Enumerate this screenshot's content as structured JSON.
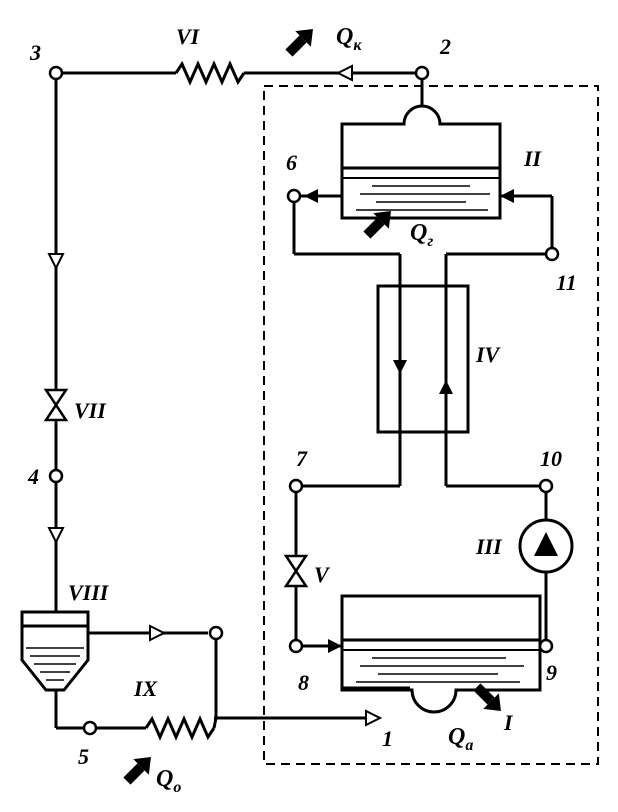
{
  "diagram": {
    "points": {
      "p1": "1",
      "p2": "2",
      "p3": "3",
      "p4": "4",
      "p5": "5",
      "p6": "6",
      "p7": "7",
      "p8": "8",
      "p9": "9",
      "p10": "10",
      "p11": "11"
    },
    "components": {
      "c1": "I",
      "c2": "II",
      "c3": "III",
      "c4": "IV",
      "c5": "V",
      "c6": "VI",
      "c7": "VII",
      "c8": "VIII",
      "c9": "IX"
    },
    "heat_flows": {
      "qk": {
        "main": "Q",
        "sub": "к"
      },
      "qg": {
        "main": "Q",
        "sub": "г"
      },
      "qa": {
        "main": "Q",
        "sub": "а"
      },
      "qo": {
        "main": "Q",
        "sub": "о"
      }
    }
  }
}
